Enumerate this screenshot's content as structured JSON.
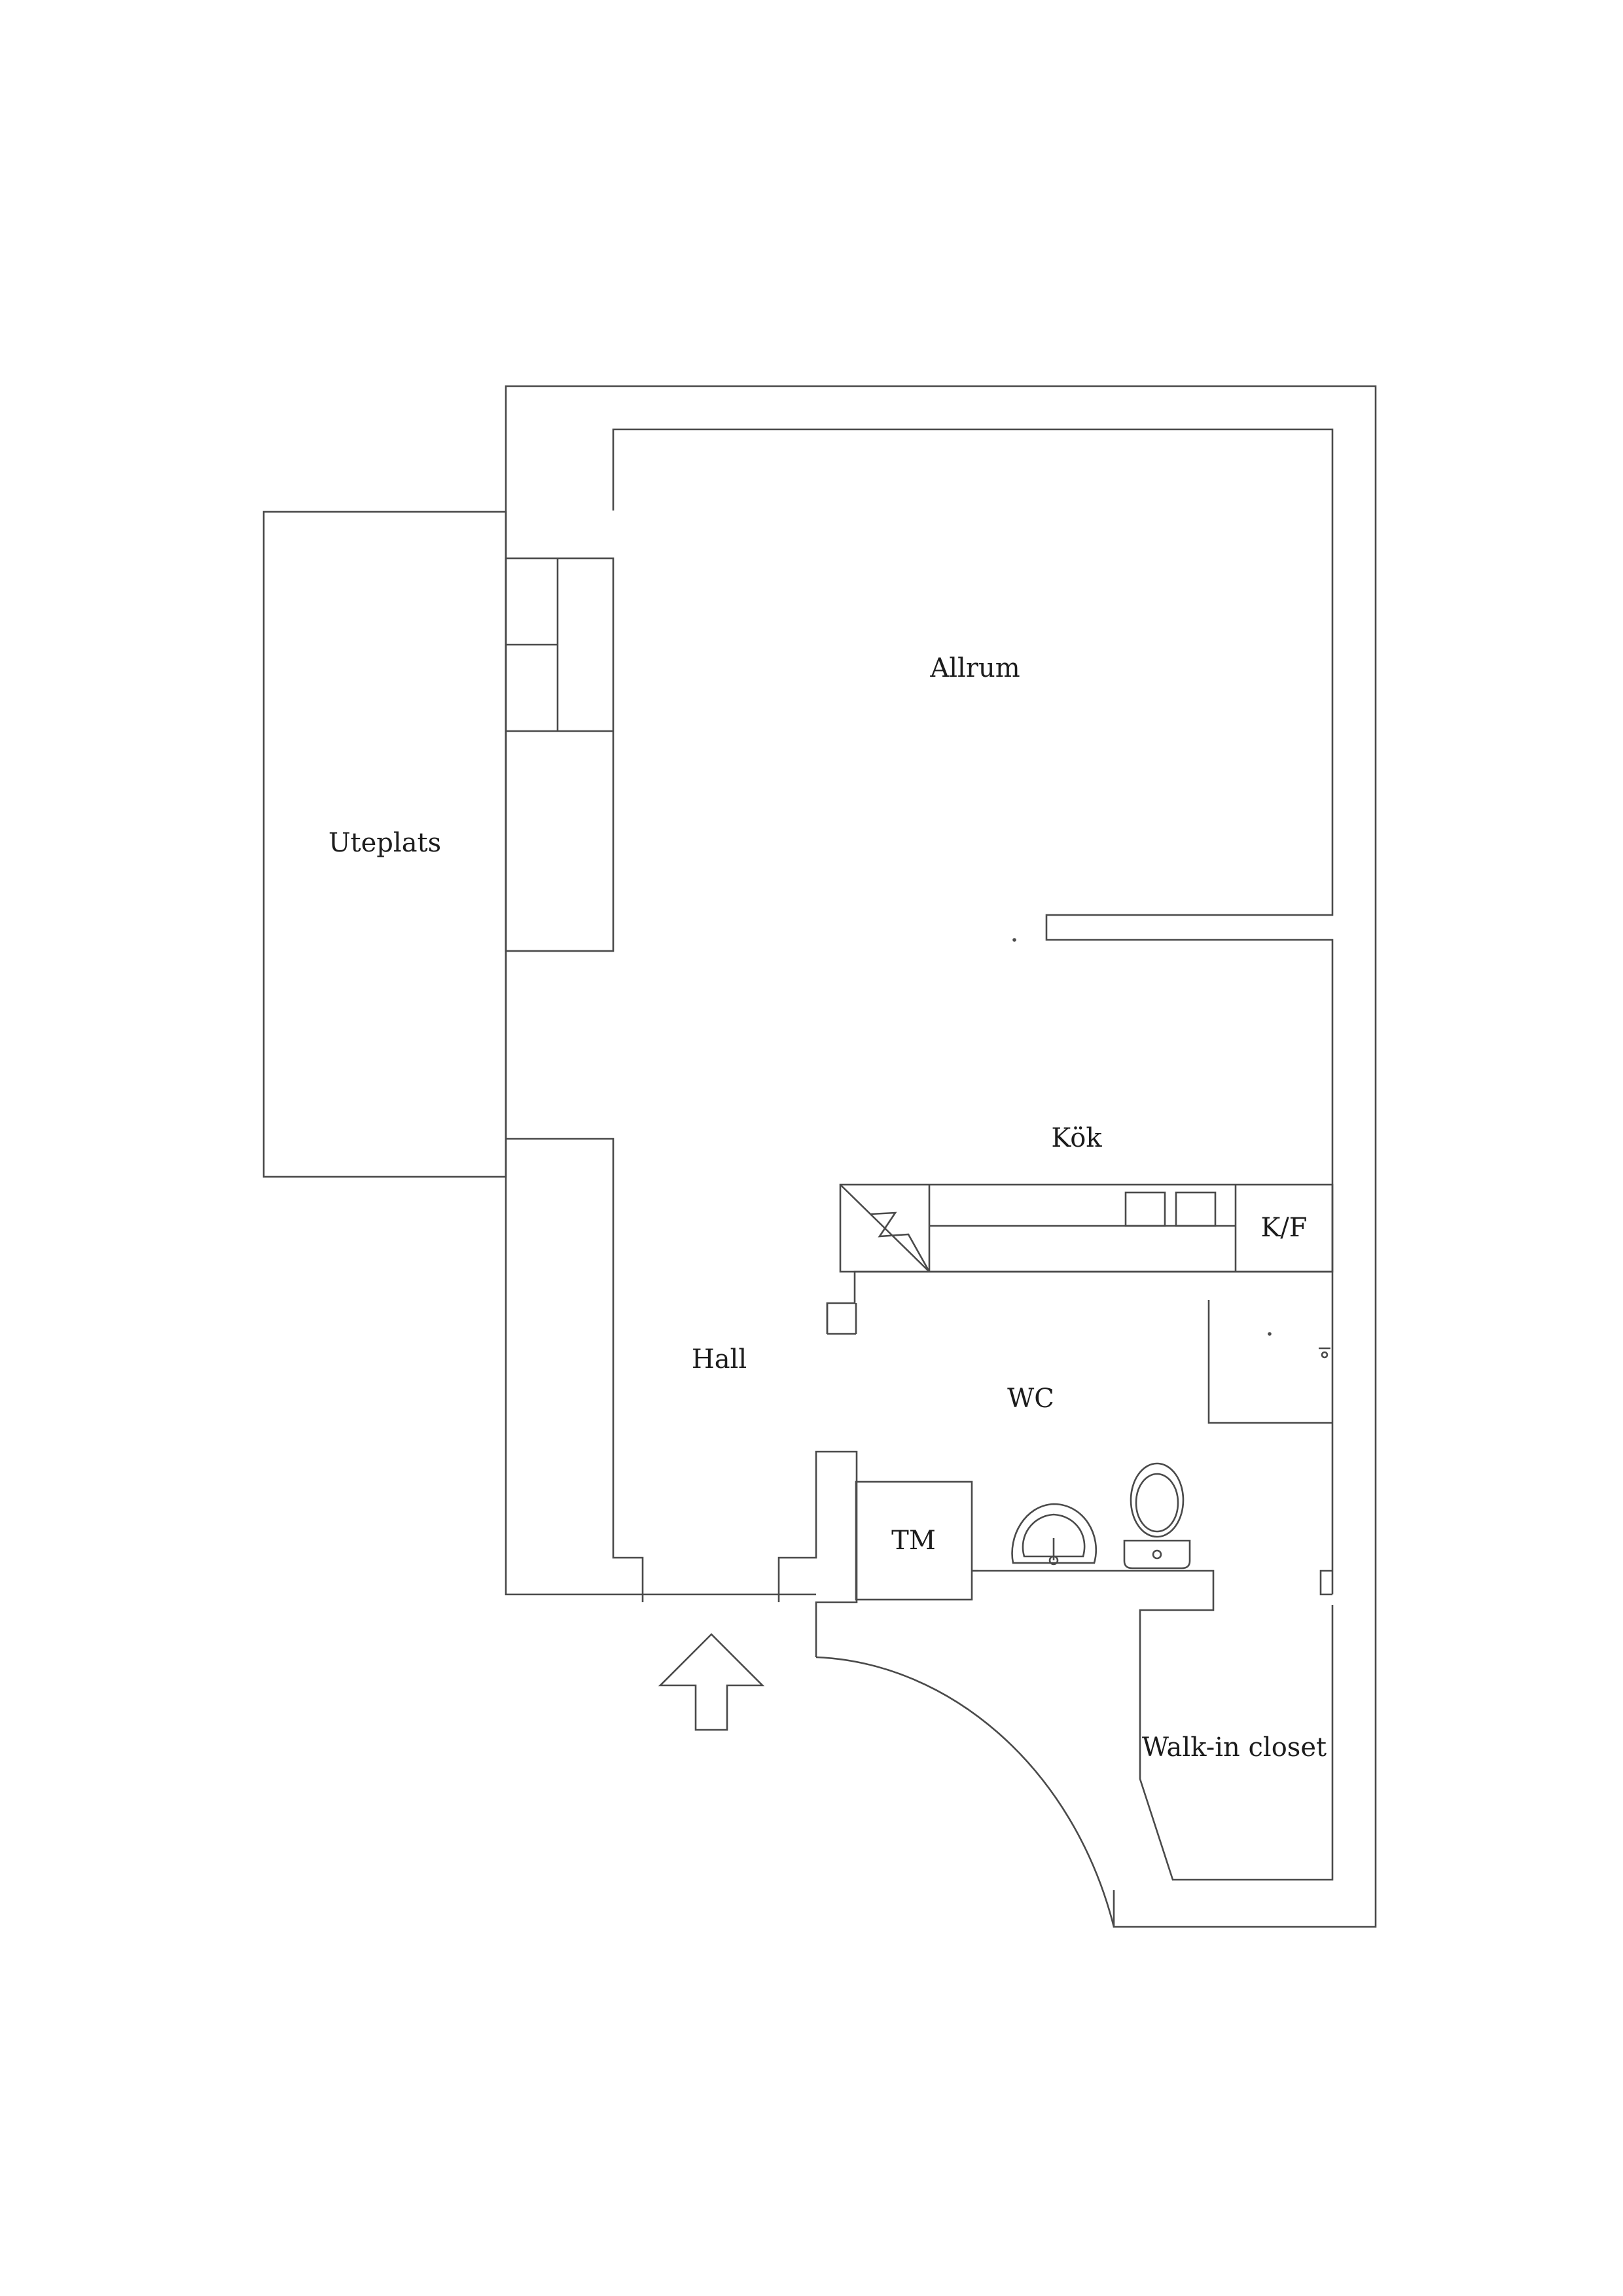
{
  "rooms": {
    "allrum": "Allrum",
    "uteplats": "Uteplats",
    "kok": "Kök",
    "kf": "K/F",
    "hall": "Hall",
    "wc": "WC",
    "tm": "TM",
    "walkin": "Walk-in closet"
  },
  "icons": [
    "entrance-arrow-icon",
    "stove-icon",
    "sink-icon",
    "toilet-icon",
    "door-swing-icon"
  ]
}
